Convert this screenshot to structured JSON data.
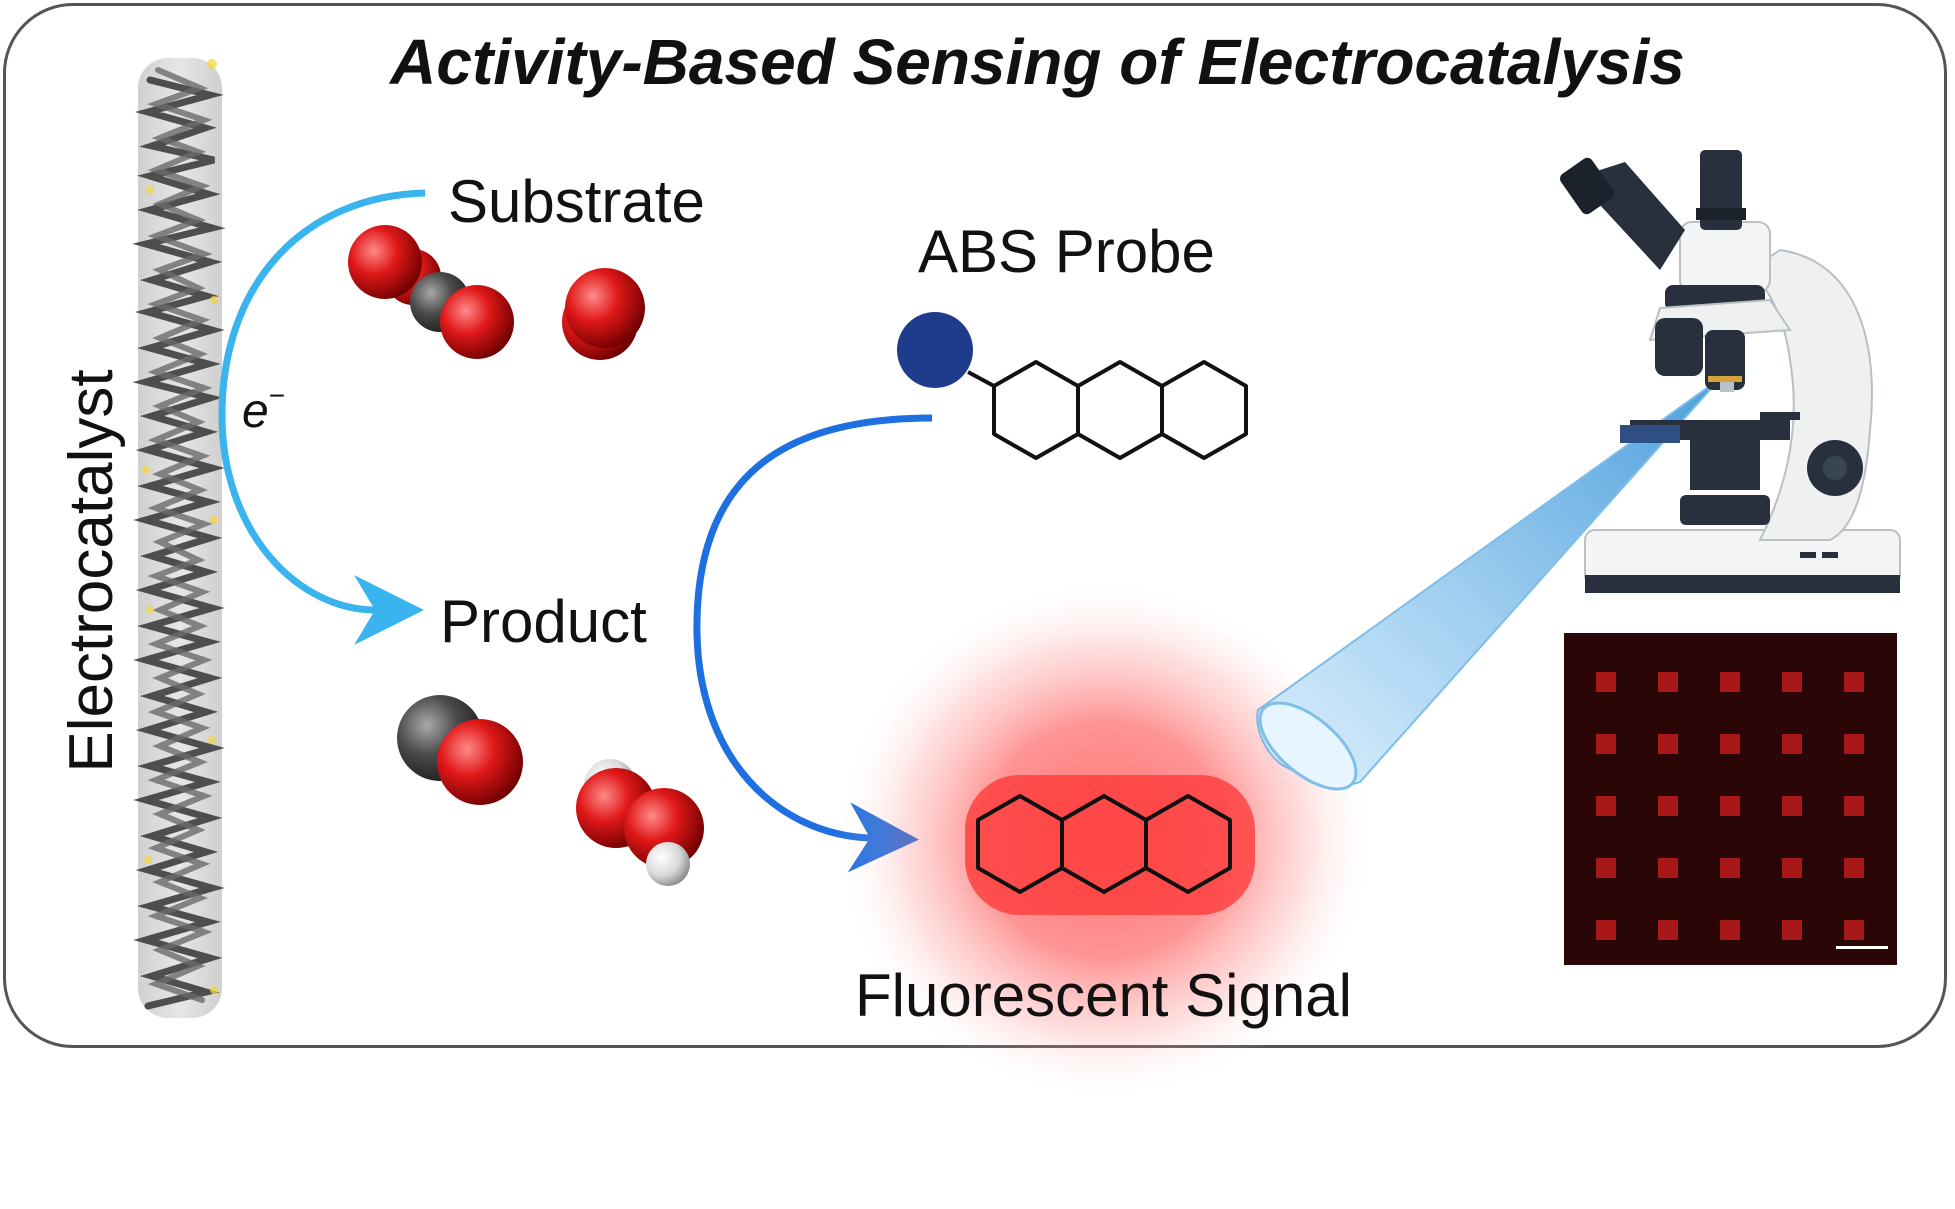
{
  "figure": {
    "title": "Activity-Based Sensing of Electrocatalysis",
    "electrode_label": "Electrocatalyst",
    "electron_label": "e",
    "electron_charge": "−",
    "substrate_label": "Substrate",
    "product_label": "Product",
    "probe_label": "ABS Probe",
    "signal_label": "Fluorescent Signal"
  },
  "colors": {
    "frame": "#555555",
    "arrow_light_blue": "#3ab4ee",
    "arrow_blue": "#1e6fe0",
    "probe_dot": "#1f3c8c",
    "oxygen": "#e01818",
    "carbon": "#4a4a4a",
    "hydrogen": "#e8e8e8",
    "fluorescence": "#ff3b3b",
    "micrograph_bg": "#2a0606",
    "micrograph_spot": "#b01a1a"
  },
  "icons": [
    "microscope-icon",
    "electrode-rod-icon",
    "co2-molecule-icon",
    "o2-molecule-icon",
    "co-molecule-icon",
    "h2o2-molecule-icon"
  ]
}
